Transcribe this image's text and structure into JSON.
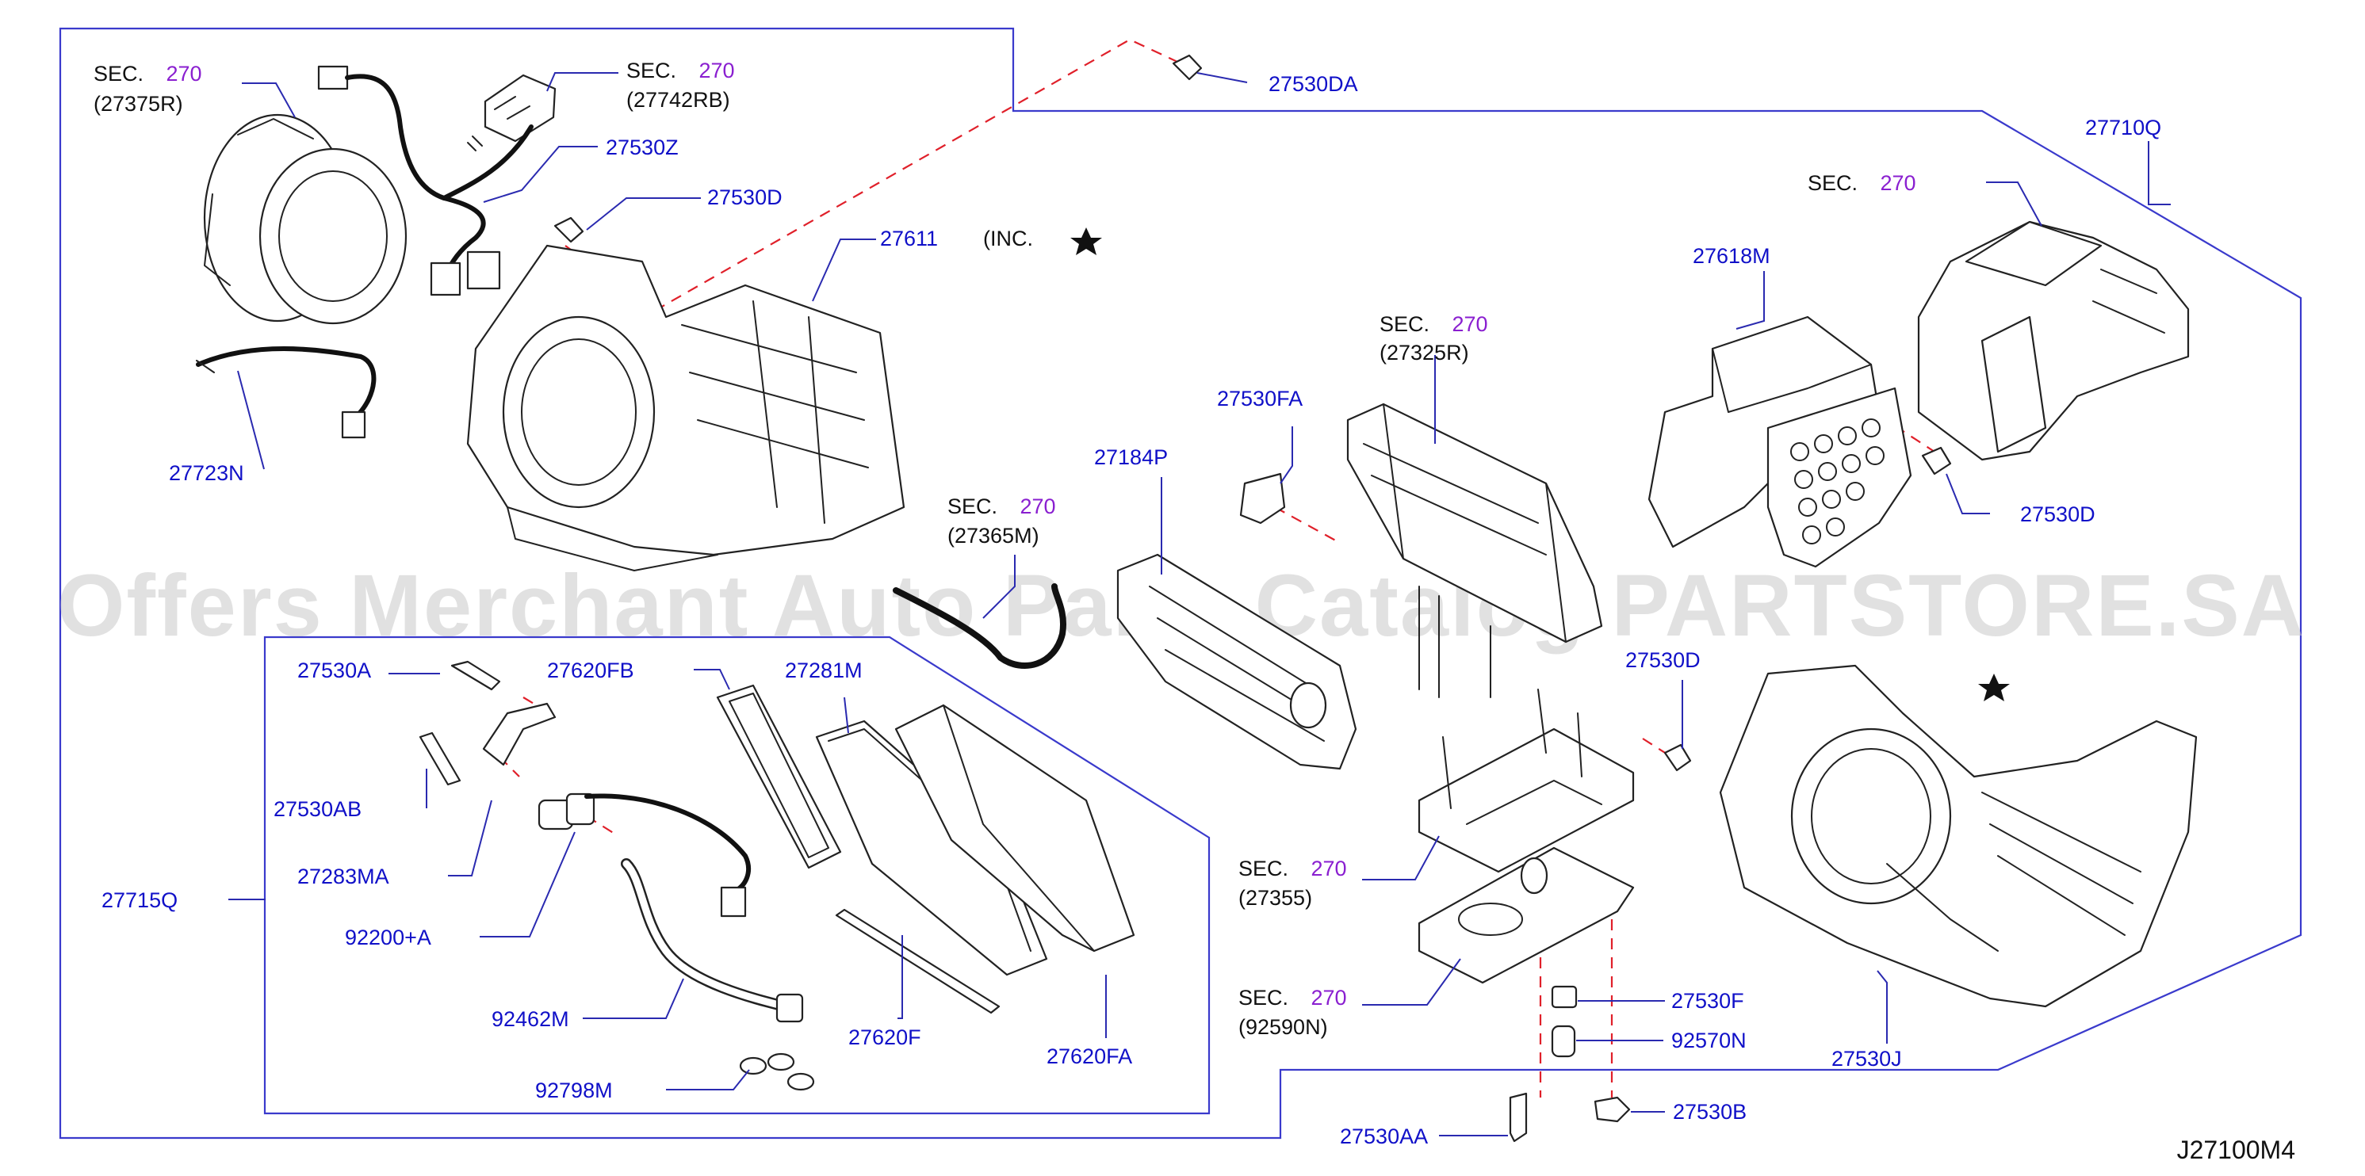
{
  "diagram": {
    "code": "J27100M4",
    "watermark": "Offers Merchant Auto Parts Catalog PARTSTORE.SA",
    "colors": {
      "part_number": "#1010c8",
      "section_ref": "#8a1fd0",
      "frame": "#3a3acc",
      "alignment_dash": "#e0202a"
    },
    "section_refs": [
      {
        "prefix": "SEC.",
        "number": "270",
        "part": "(27375R)"
      },
      {
        "prefix": "SEC.",
        "number": "270",
        "part": "(27742RB)"
      },
      {
        "prefix": "SEC.",
        "number": "270",
        "part": "(27365M)"
      },
      {
        "prefix": "SEC.",
        "number": "270",
        "part": "(27325R)"
      },
      {
        "prefix": "SEC.",
        "number": "270",
        "part": ""
      },
      {
        "prefix": "SEC.",
        "number": "270",
        "part": "(27355)"
      },
      {
        "prefix": "SEC.",
        "number": "270",
        "part": "(92590N)"
      }
    ],
    "inc_note": "(INC.",
    "part_labels": [
      "27530DA",
      "27530Z",
      "27530D",
      "27611",
      "27723N",
      "27710Q",
      "27618M",
      "27530FA",
      "27184P",
      "27530D",
      "27530A",
      "27620FB",
      "27281M",
      "27530AB",
      "27283MA",
      "27715Q",
      "92200+A",
      "92462M",
      "92798M",
      "27620F",
      "27620FA",
      "27530D",
      "27530F",
      "92570N",
      "27530J",
      "27530AA",
      "27530B"
    ]
  }
}
